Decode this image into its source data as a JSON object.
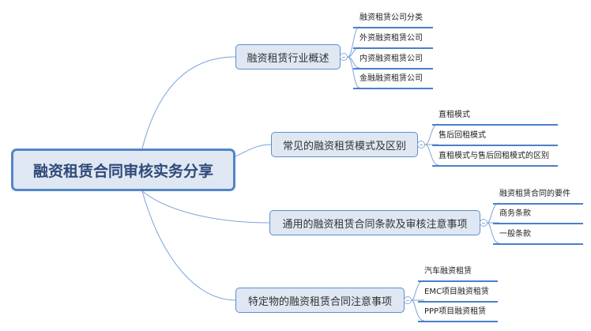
{
  "root": {
    "label": "融资租赁合同审核实务分享"
  },
  "branches": [
    {
      "label": "融资租赁行业概述",
      "children": [
        "融资租赁公司分类",
        "外资融资租赁公司",
        "内资融资租赁公司",
        "金融融资租赁公司"
      ]
    },
    {
      "label": "常见的融资租赁模式及区别",
      "children": [
        "直租模式",
        "售后回租模式",
        "直租模式与售后回租模式的区别"
      ]
    },
    {
      "label": "通用的融资租赁合同条款及审核注意事项",
      "children": [
        "融资租赁合同的要件",
        "商务条款",
        "一般条款"
      ]
    },
    {
      "label": "特定物的融资租赁合同注意事项",
      "children": [
        "汽车融资租赁",
        "EMC项目融资租赁",
        "PPP项目融资租赁"
      ]
    }
  ],
  "colors": {
    "accent": "#5186c8",
    "node_fill": "#dfe7f3"
  }
}
